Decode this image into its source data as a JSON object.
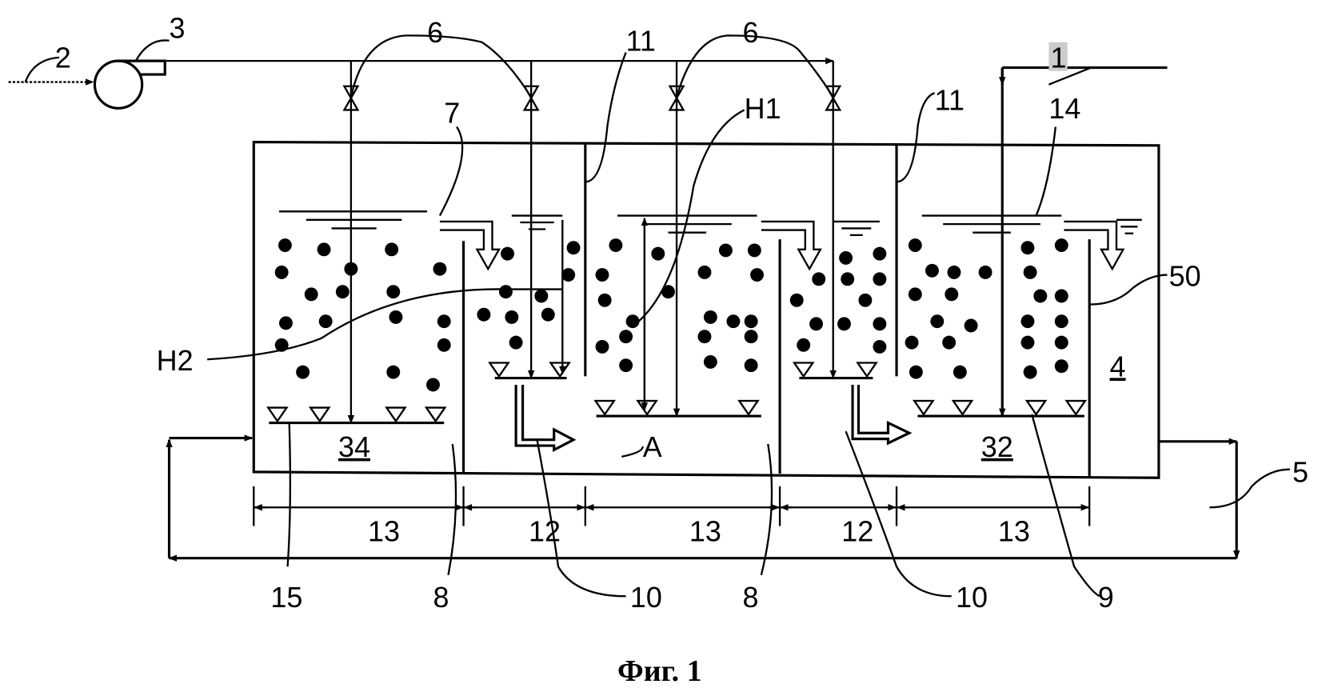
{
  "labels": {
    "feed": "1",
    "air_in": "2",
    "blower": "3",
    "tank": "4",
    "return_line": "5",
    "valve_left": "6",
    "valve_right": "6",
    "overflow": "7",
    "wall_left": "8",
    "wall_right": "8",
    "aerator": "9",
    "outlet_left": "10",
    "outlet_right": "10",
    "baffle_left": "11",
    "baffle_right": "11",
    "zone12_a": "12",
    "zone12_b": "12",
    "zone13_a": "13",
    "zone13_b": "13",
    "zone13_c": "13",
    "level": "14",
    "diffuser": "15",
    "compartment_left": "34",
    "compartment_right": "32",
    "partition": "50",
    "height1": "H1",
    "height2": "H2",
    "point_a": "A"
  },
  "caption": "Фиг. 1"
}
